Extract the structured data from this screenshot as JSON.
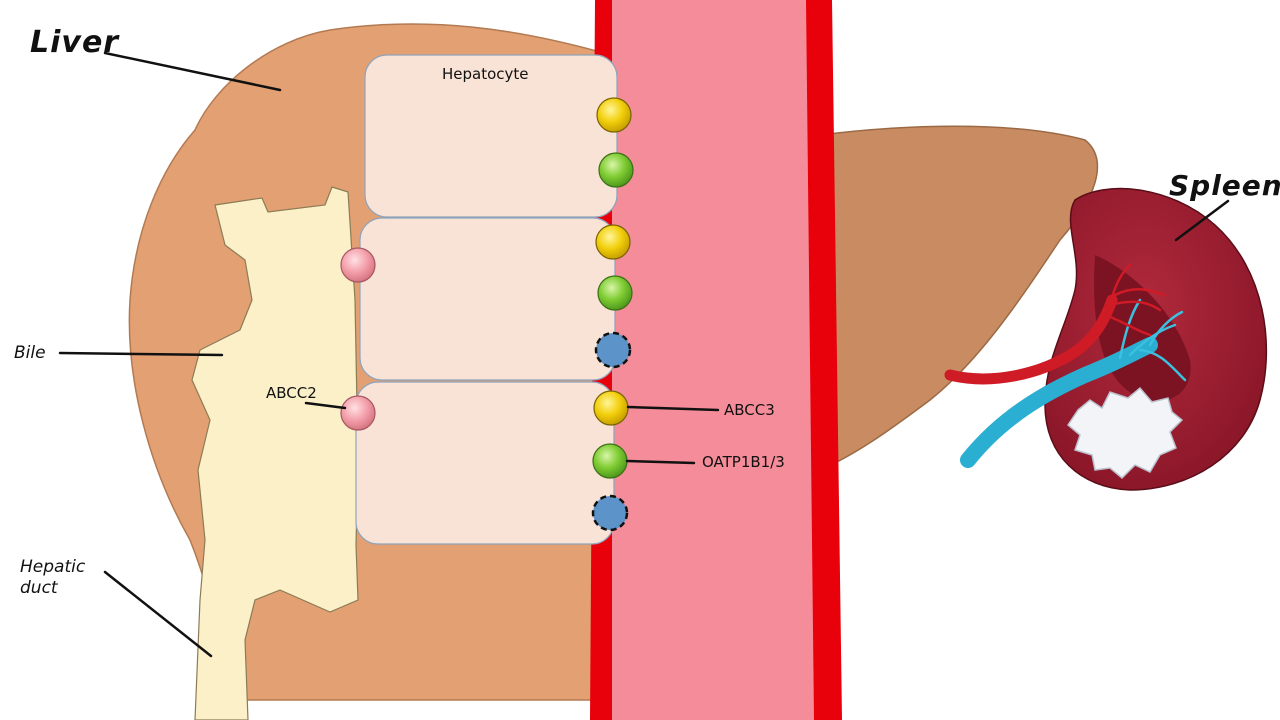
{
  "labels": {
    "liver": "Liver",
    "spleen": "Spleen",
    "bile": "Bile",
    "hepatic_duct_line1": "Hepatic",
    "hepatic_duct_line2": "duct",
    "hepatocyte": "Hepatocyte",
    "abcc2": "ABCC2",
    "abcc3": "ABCC3",
    "oatp": "OATP1B1/3"
  },
  "colors": {
    "liver": "#e3a073",
    "liver_back": "#c98c62",
    "bile": "#fcf0c8",
    "hepatocyte": "#f9e2d6",
    "vessel_wall": "#e8000b",
    "vessel_lumen": "#f48c99",
    "spleen": "#9c1d2e",
    "spleen_inner": "#7c1322",
    "transporter_yellow": "#f2cf0c",
    "transporter_green": "#7fcc33",
    "transporter_blue": "#5c93c8",
    "transporter_pink": "#f4a1ac",
    "artery": "#cf1b25",
    "vein": "#2aaed1"
  }
}
